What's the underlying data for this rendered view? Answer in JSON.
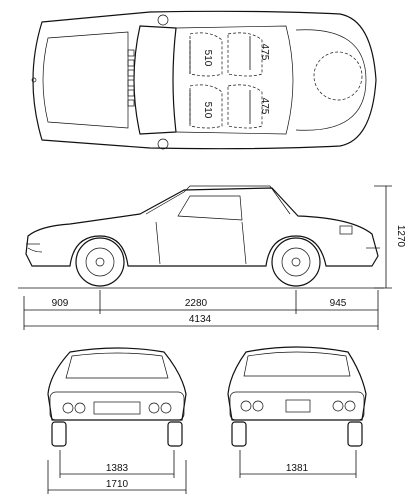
{
  "dimensions": {
    "top_seat_front": "510",
    "top_seat_rear": "510",
    "top_leg_front": "475",
    "top_leg_rear": "475",
    "front_overhang": "909",
    "wheelbase": "2280",
    "rear_overhang": "945",
    "overall_length": "4134",
    "height": "1270",
    "front_track": "1383",
    "rear_track": "1381",
    "overall_width": "1710"
  },
  "colors": {
    "ink": "#111111",
    "paper": "#ffffff"
  }
}
